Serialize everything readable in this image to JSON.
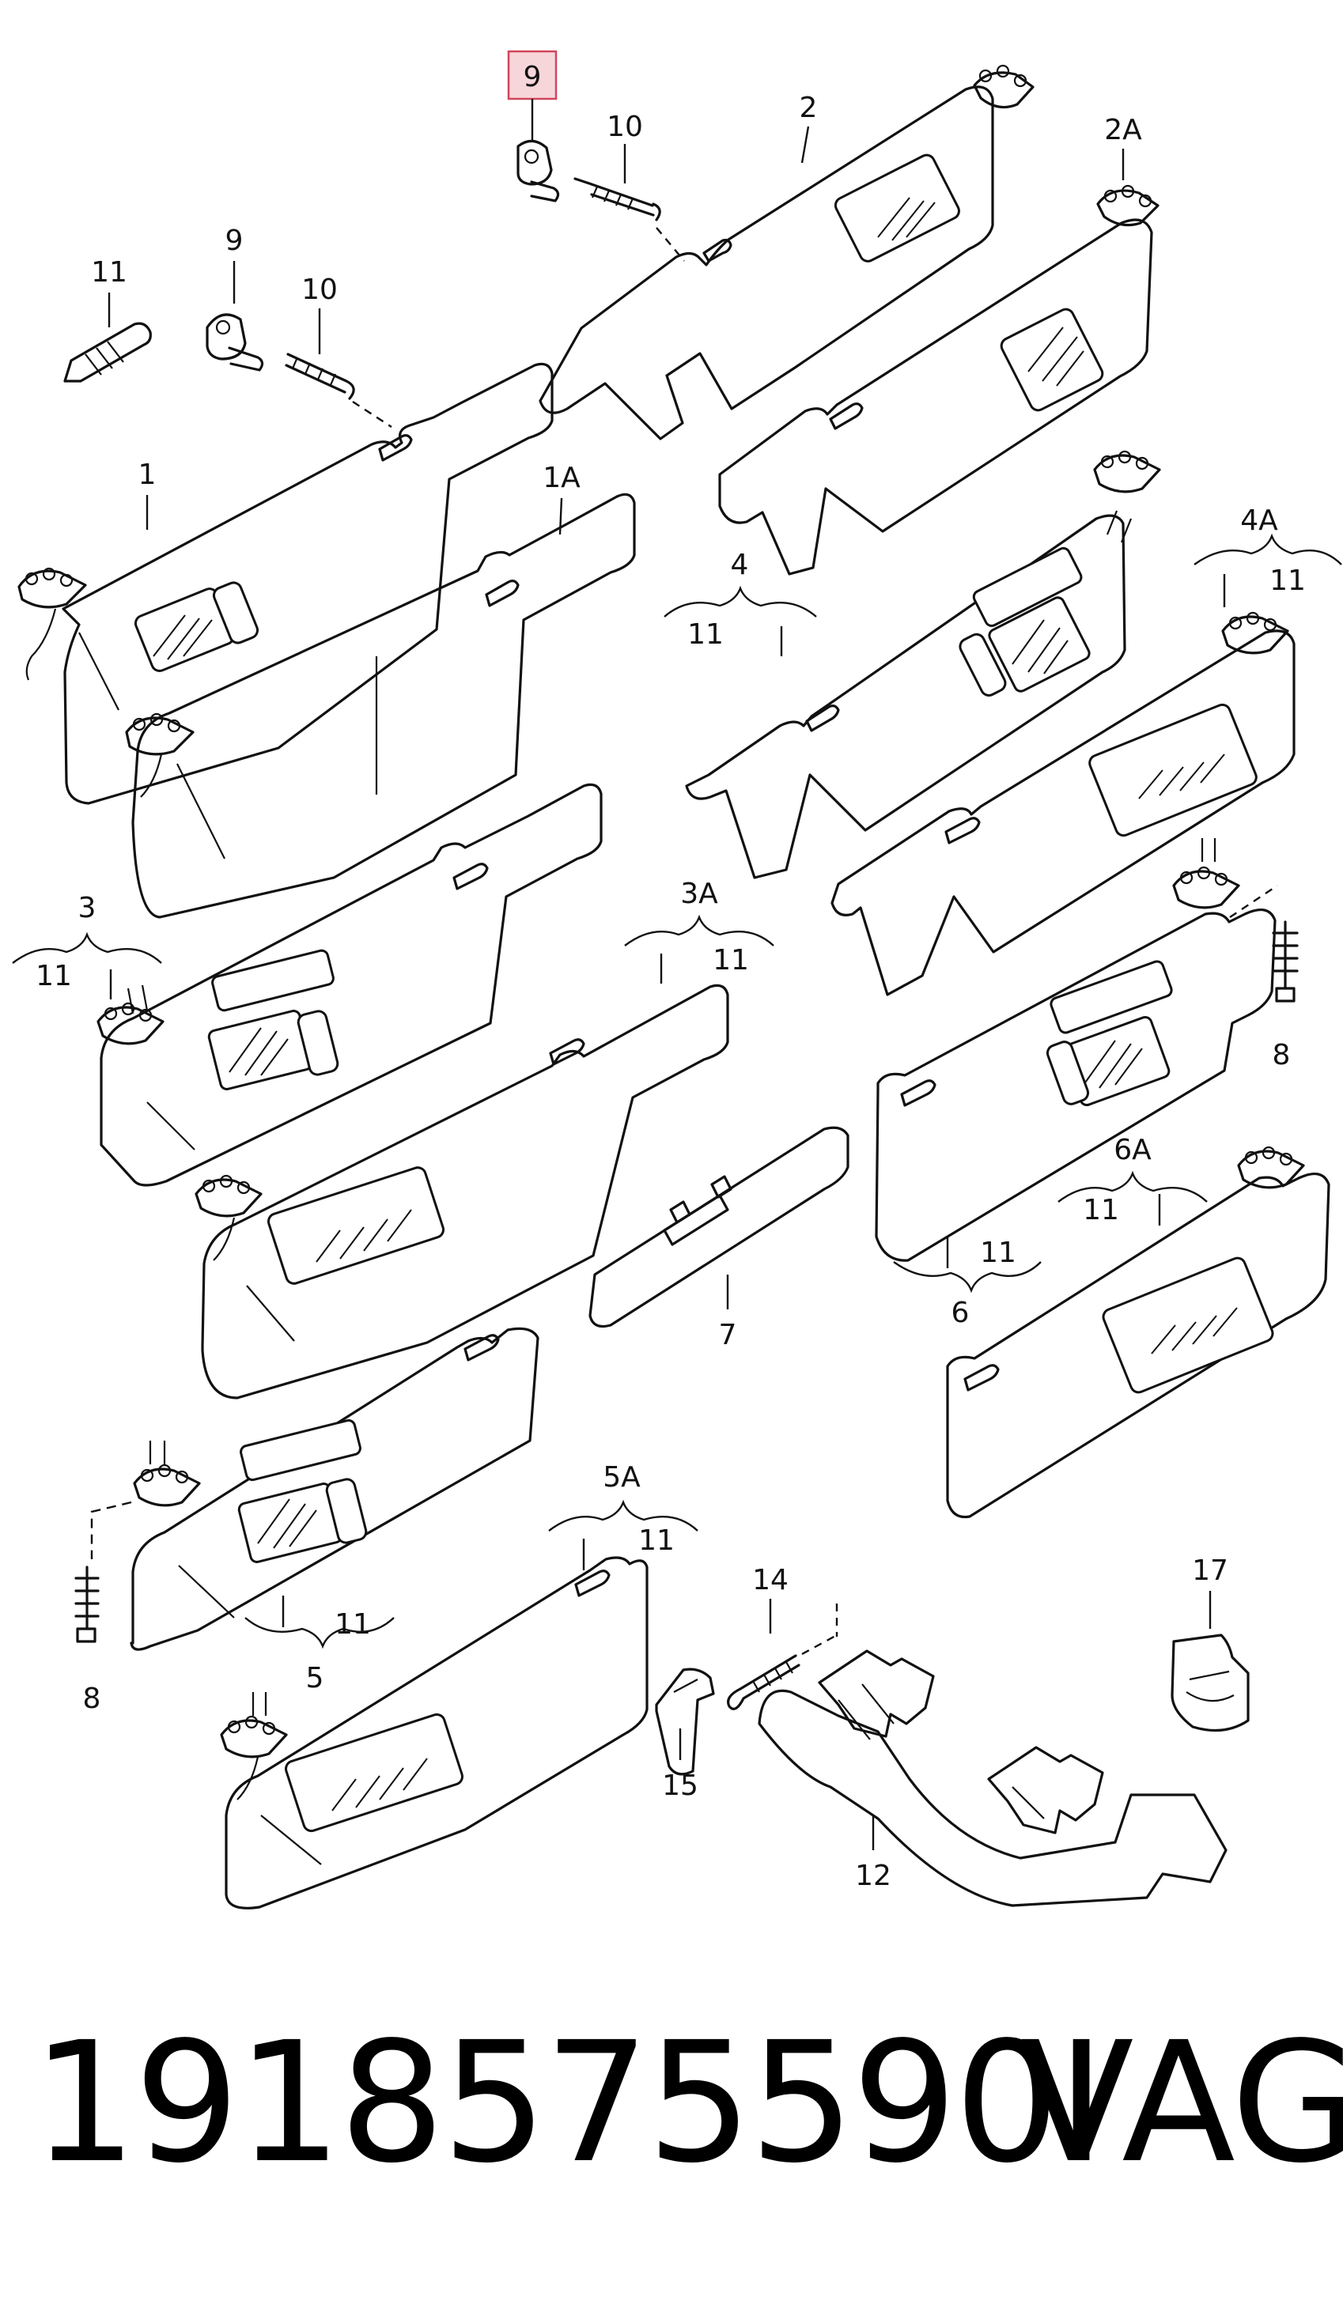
{
  "callouts": {
    "c9_highlighted": "9",
    "c10_top": "10",
    "c2": "2",
    "c2A": "2A",
    "c11_bulb": "11",
    "c9_left": "9",
    "c10_left": "10",
    "c1": "1",
    "c1A": "1A",
    "c4": "4",
    "c4_11": "11",
    "c4A": "4A",
    "c4A_11": "11",
    "c3": "3",
    "c3_11": "11",
    "c3A": "3A",
    "c3A_11": "11",
    "c8_right": "8",
    "c6": "6",
    "c6_11": "11",
    "c6A": "6A",
    "c6A_11": "11",
    "c7": "7",
    "c8_left": "8",
    "c5": "5",
    "c5_11": "11",
    "c5A": "5A",
    "c5A_11": "11",
    "c14": "14",
    "c15": "15",
    "c12": "12",
    "c17": "17"
  },
  "footer": {
    "part_number": "1918575590I",
    "brand": "VAG"
  },
  "highlight_color": "#d0465a"
}
